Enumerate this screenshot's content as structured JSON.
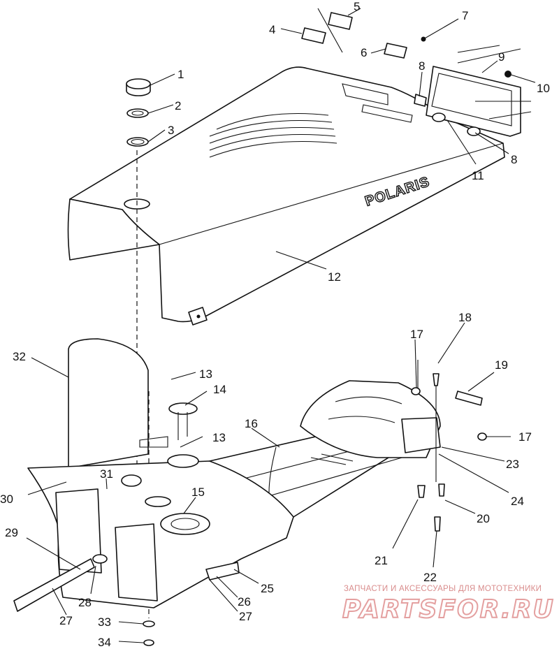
{
  "diagram": {
    "brand_logo": "POLARIS",
    "callouts": [
      "1",
      "2",
      "3",
      "4",
      "5",
      "6",
      "7",
      "8",
      "9",
      "10",
      "8",
      "11",
      "12",
      "17",
      "18",
      "19",
      "32",
      "13",
      "14",
      "16",
      "17",
      "23",
      "13",
      "15",
      "31",
      "30",
      "24",
      "20",
      "29",
      "21",
      "22",
      "25",
      "28",
      "26",
      "27",
      "27",
      "33",
      "34"
    ]
  },
  "watermark": {
    "top_text": "ЗАПЧАСТИ И АКСЕССУАРЫ ДЛЯ МОТОТЕХНИКИ",
    "brand": "PARTSFOR.RU"
  },
  "colors": {
    "line": "#111111",
    "watermark": "#e4a0a0"
  }
}
